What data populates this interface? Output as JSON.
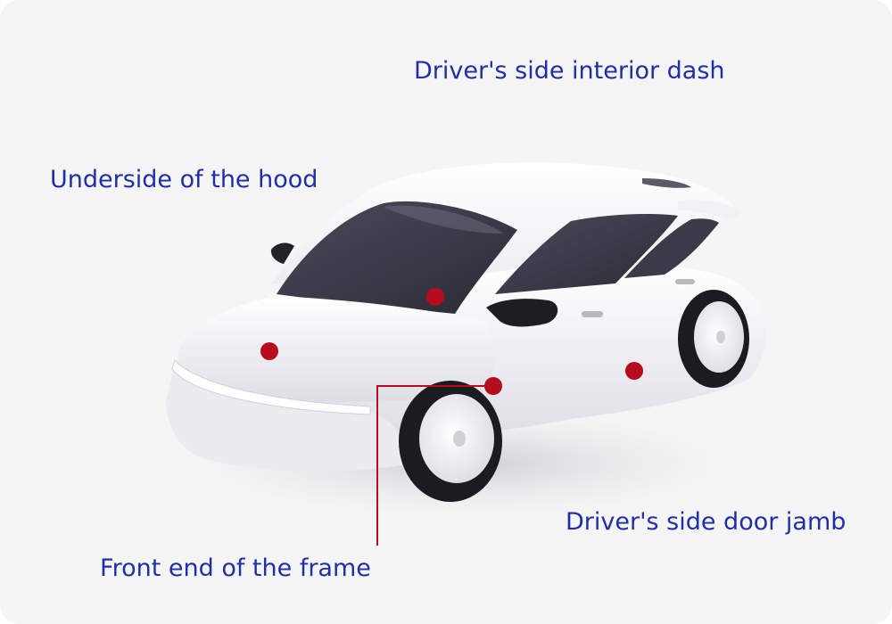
{
  "colors": {
    "label_text": "#1f2fa8",
    "marker_fill": "#b50d1d",
    "leader_line": "#d98b91",
    "background": "#f5f5f5"
  },
  "labels": {
    "dash": "Driver's side interior dash",
    "hood": "Underside of the hood",
    "door_jamb": "Driver's side door jamb",
    "frame": "Front end of the frame"
  }
}
